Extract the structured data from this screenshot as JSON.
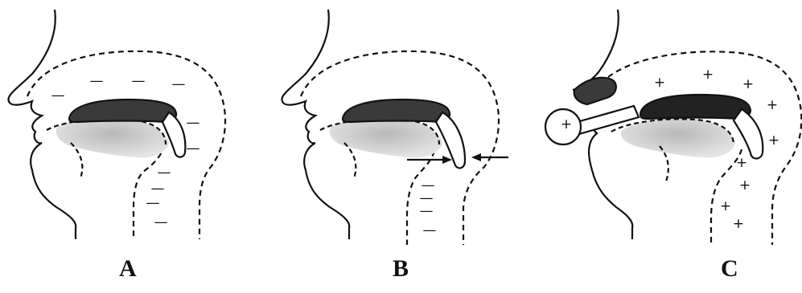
{
  "panels": [
    {
      "label": "A",
      "sign": "—"
    },
    {
      "label": "B",
      "sign": "—"
    },
    {
      "label": "C",
      "sign": "+"
    }
  ],
  "colors": {
    "line": "#111111",
    "palate": "#3a3a3a",
    "tongue": "#c8c8c8",
    "background": "#ffffff"
  }
}
